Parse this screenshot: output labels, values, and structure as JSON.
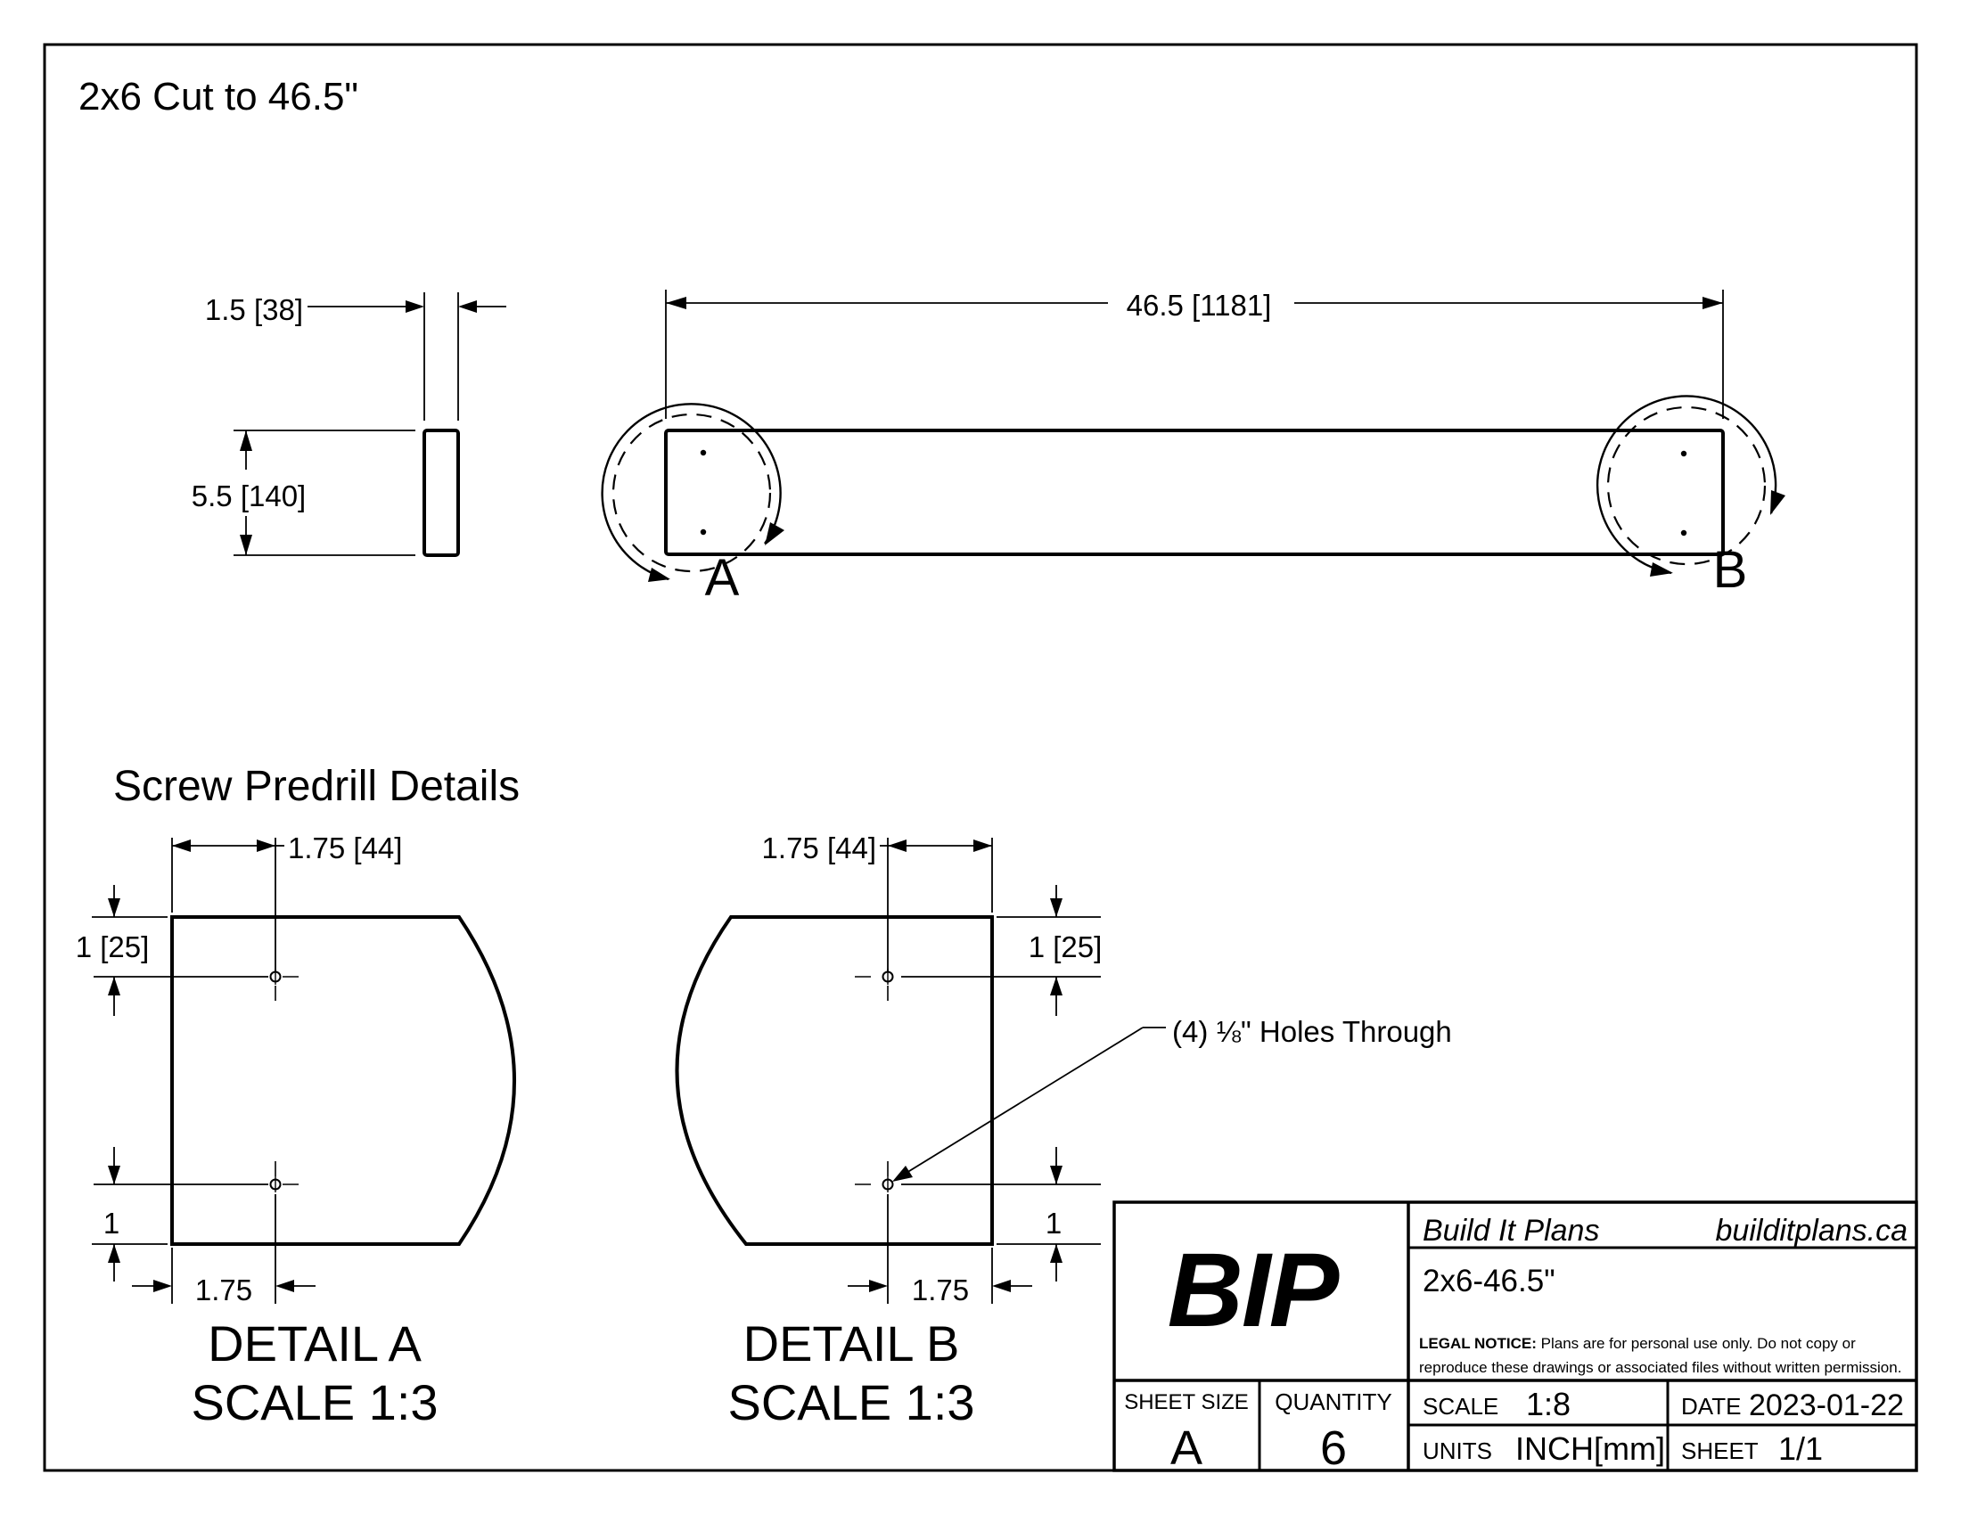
{
  "page": {
    "title": "2x6 Cut to 46.5\""
  },
  "end_view": {
    "thickness_dim": "1.5 [38]",
    "width_dim": "5.5 [140]"
  },
  "main_view": {
    "length_dim": "46.5 [1181]",
    "detail_a_marker": "A",
    "detail_b_marker": "B"
  },
  "predrill": {
    "heading": "Screw Predrill Details",
    "holes_note": "(4) ⅛\" Holes Through",
    "detail_a": {
      "title": "DETAIL A",
      "scale": "SCALE 1:3",
      "dim_top": "1.75 [44]",
      "dim_side_top": "1 [25]",
      "dim_side_bottom": "1",
      "dim_bottom": "1.75"
    },
    "detail_b": {
      "title": "DETAIL B",
      "scale": "SCALE 1:3",
      "dim_top": "1.75 [44]",
      "dim_side_top": "1 [25]",
      "dim_side_bottom": "1",
      "dim_bottom": "1.75"
    }
  },
  "title_block": {
    "logo": "BIP",
    "company": "Build It Plans",
    "website": "builditplans.ca",
    "part_name": "2x6-46.5\"",
    "legal_label": "LEGAL NOTICE:",
    "legal_line1": " Plans are for personal use only. Do not copy or",
    "legal_line2": "reproduce these drawings or associated files without written permission.",
    "sheet_size_label": "SHEET SIZE",
    "sheet_size_value": "A",
    "quantity_label": "QUANTITY",
    "quantity_value": "6",
    "scale_label": "SCALE",
    "scale_value": "1:8",
    "units_label": "UNITS",
    "units_value": "INCH[mm]",
    "date_label": "DATE",
    "date_value": "2023-01-22",
    "sheet_label": "SHEET",
    "sheet_value": "1/1"
  }
}
